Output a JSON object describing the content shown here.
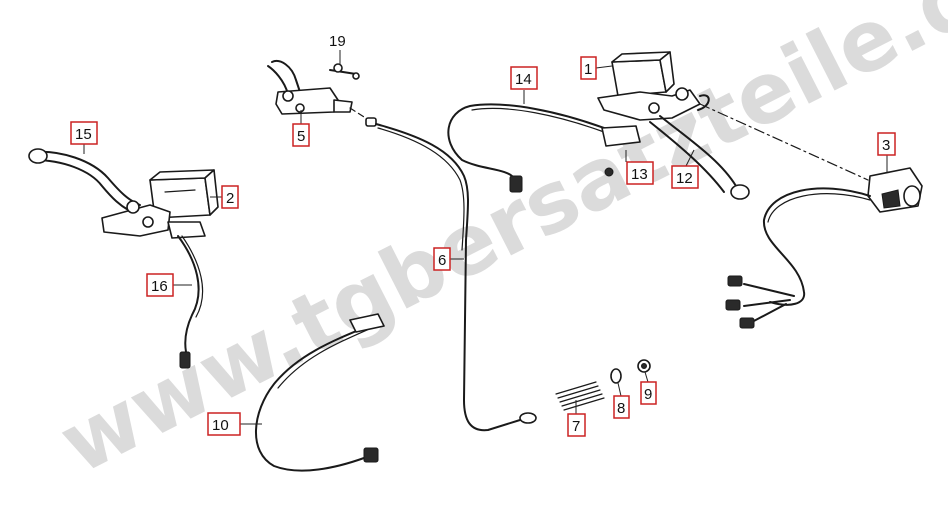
{
  "watermark": "www.tgbersatzteile.de",
  "callout_color": "#cc2222",
  "callouts": [
    {
      "id": "c1",
      "label": "1"
    },
    {
      "id": "c2",
      "label": "2"
    },
    {
      "id": "c3",
      "label": "3"
    },
    {
      "id": "c5",
      "label": "5"
    },
    {
      "id": "c6",
      "label": "6"
    },
    {
      "id": "c7",
      "label": "7"
    },
    {
      "id": "c8",
      "label": "8"
    },
    {
      "id": "c9",
      "label": "9"
    },
    {
      "id": "c10",
      "label": "10"
    },
    {
      "id": "c12",
      "label": "12"
    },
    {
      "id": "c13",
      "label": "13"
    },
    {
      "id": "c14",
      "label": "14"
    },
    {
      "id": "c15",
      "label": "15"
    },
    {
      "id": "c16",
      "label": "16"
    },
    {
      "id": "c19",
      "label": "19"
    }
  ]
}
